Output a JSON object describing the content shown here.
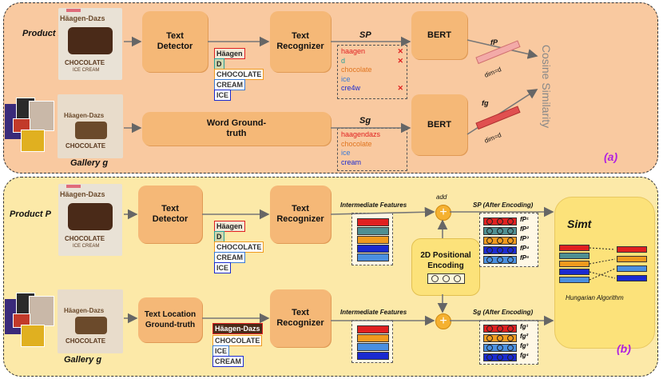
{
  "panel_a": {
    "product_label": "Product P",
    "gallery_label": "Gallery g",
    "text_detector": "Text Detector",
    "text_recognizer": "Text Recognizer",
    "word_gt": "Word Ground-truth",
    "bert_top": "BERT",
    "bert_bottom": "BERT",
    "sp_label": "SP",
    "sg_label": "Sg",
    "fp_label": "fP",
    "fg_label": "fg",
    "dim_top": "dim=d",
    "dim_bottom": "dim=d",
    "cosine": "Cosine Similarity",
    "tag": "(a)",
    "sp_tokens": [
      {
        "text": "haagen",
        "color": "#e02020",
        "cross": true
      },
      {
        "text": "d",
        "color": "#2aa198",
        "cross": true
      },
      {
        "text": "chocolate",
        "color": "#e0751f",
        "cross": false
      },
      {
        "text": "ice",
        "color": "#3a7bd5",
        "cross": false
      },
      {
        "text": "cre4w",
        "color": "#1a2ad0",
        "cross": true
      }
    ],
    "sg_tokens": [
      {
        "text": "haagendazs",
        "color": "#e02020"
      },
      {
        "text": "chocolate",
        "color": "#e0751f"
      },
      {
        "text": "ice",
        "color": "#3a7bd5"
      },
      {
        "text": "cream",
        "color": "#1a2ad0"
      }
    ],
    "crops": [
      "Häagen",
      "D",
      "CHOCOLATE",
      "CREAM",
      "ICE"
    ]
  },
  "panel_b": {
    "product_label": "Product P",
    "gallery_label": "Gallery g",
    "text_detector": "Text Detector",
    "text_recognizer_top": "Text Recognizer",
    "text_recognizer_bottom": "Text Recognizer",
    "text_location_gt": "Text Location Ground-truth",
    "intermediate_top": "Intermediate Features",
    "intermediate_bottom": "Intermediate Features",
    "add": "add",
    "sp_after": "SP (After Encoding)",
    "sg_after": "Sg (After Encoding)",
    "positional": "2D Positional Encoding",
    "sim": "Simt",
    "hungarian": "Hungarian Algorithm",
    "tag": "(b)",
    "fp_labels": [
      "fP¹",
      "fP²",
      "fP³",
      "fP⁴",
      "fP⁵"
    ],
    "fg_labels": [
      "fg¹",
      "fg²",
      "fg³",
      "fg⁴"
    ],
    "crops_top": [
      "Häagen",
      "D",
      "CHOCOLATE",
      "CREAM",
      "ICE"
    ],
    "crops_bottom": [
      "Häagen-Dazs",
      "CHOCOLATE",
      "ICE",
      "CREAM"
    ]
  },
  "photo": {
    "brand": "Häagen-Dazs",
    "flavor": "CHOCOLATE",
    "sub": "ICE CREAM"
  },
  "colors": {
    "panel_a_bg": "#f9c9a0",
    "panel_b_bg": "#fce9a8",
    "box": "#f5b877",
    "red": "#e02020",
    "teal": "#4f8f92",
    "orange": "#f09a1e",
    "blue": "#1a2ad0",
    "lightblue": "#4a8fe0"
  }
}
